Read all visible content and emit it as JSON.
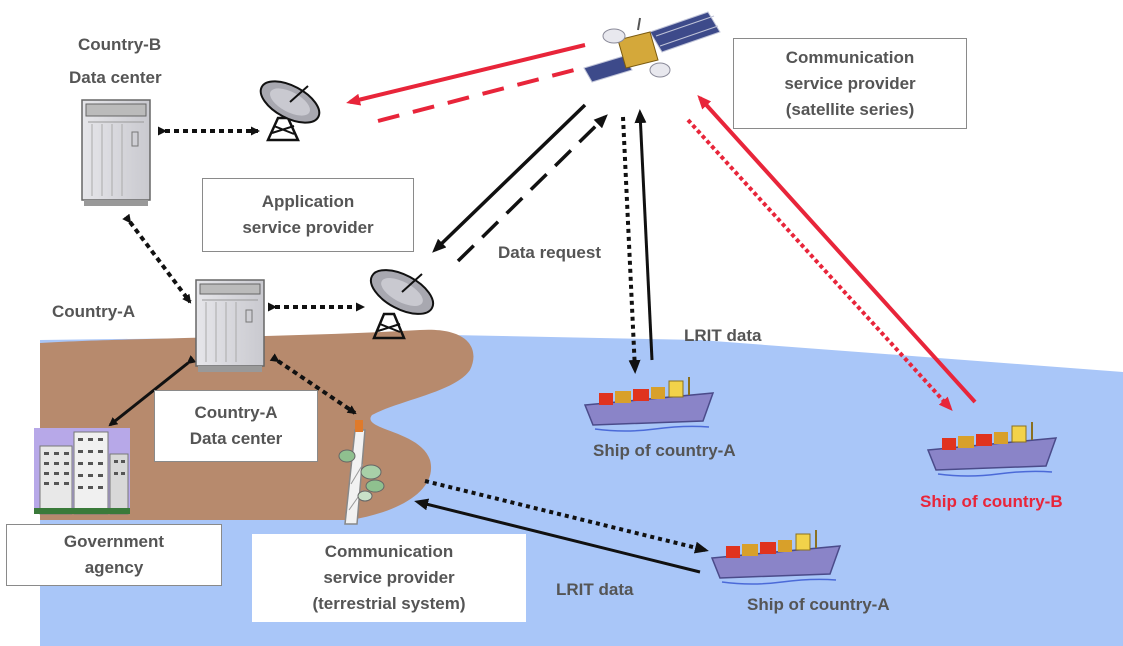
{
  "labels": {
    "country_b": "Country-B",
    "country_b_dc": "Data center",
    "country_a": "Country-A",
    "country_a_dc_line1": "Country-A",
    "country_a_dc_line2": "Data center",
    "asp_line1": "Application",
    "asp_line2": "service provider",
    "csp_sat_line1": "Communication",
    "csp_sat_line2": "service provider",
    "csp_sat_line3": "(satellite series)",
    "csp_ter_line1": "Communication",
    "csp_ter_line2": "service provider",
    "csp_ter_line3": "(terrestrial system)",
    "gov_line1": "Government",
    "gov_line2": "agency",
    "data_request": "Data request",
    "lrit_data_1": "LRIT data",
    "lrit_data_2": "LRIT data",
    "ship_a_1": "Ship of country-A",
    "ship_a_2": "Ship of country-A",
    "ship_b": "Ship of country-B"
  },
  "colors": {
    "sea": "#a9c6f8",
    "land": "#b78a6d",
    "red_link": "#e8253a",
    "black_link": "#111111",
    "label_text": "#555555"
  },
  "icons": [
    "satellite-icon",
    "dish-antenna-icon",
    "server-rack-icon",
    "office-building-icon",
    "radio-tower-icon",
    "cargo-ship-icon"
  ]
}
